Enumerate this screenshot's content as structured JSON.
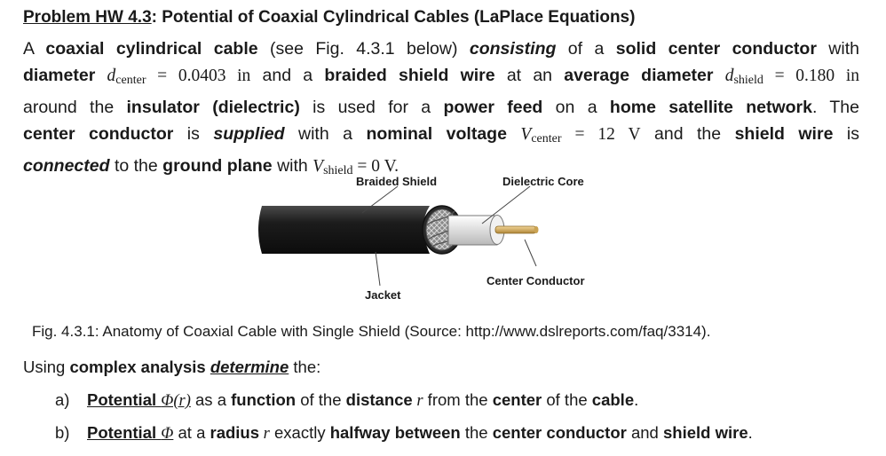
{
  "title": {
    "prefix": "Problem HW 4.3",
    "rest": ": Potential of Coaxial Cylindrical Cables (LaPlace Equations)"
  },
  "paragraph": {
    "l1_a": "A ",
    "l1_b": "coaxial cylindrical cable",
    "l1_c": " (see Fig. 4.3.1 below) ",
    "l1_d": "consisting",
    "l1_e": " of a ",
    "l1_f": "solid center conductor",
    "l1_g": " with",
    "l2_a": "diameter",
    "d_sym": "d",
    "d_center_sub": "center",
    "d_center_val": " = 0.0403 in",
    "l2_b": " and a ",
    "l2_c": "braided shield wire",
    "l2_d": " at an ",
    "l2_e": "average diameter",
    "d_shield_sub": "shield",
    "d_shield_val": " = 0.180 in",
    "l3_a": "around the ",
    "l3_b": "insulator (dielectric)",
    "l3_c": " is used for a ",
    "l3_d": "power feed",
    "l3_e": " on a ",
    "l3_f": "home satellite network",
    "l3_g": ".  The",
    "l4_a": "center conductor",
    "l4_b": " is ",
    "l4_c": "supplied",
    "l4_d": " with a ",
    "l4_e": "nominal voltage",
    "v_sym": "V",
    "v_center_sub": "center",
    "v_center_val": " = 12 V",
    "l4_f": " and the ",
    "l4_g": "shield wire",
    "l4_h": " is",
    "l5_a": "connected",
    "l5_b": " to the ",
    "l5_c": "ground plane",
    "l5_d": " with ",
    "v_shield_sub": "shield",
    "v_shield_val": " = 0 V."
  },
  "figure": {
    "label_braided": "Braided Shield",
    "label_dielectric": "Dielectric Core",
    "label_center": "Center Conductor",
    "label_jacket": "Jacket"
  },
  "caption": "Fig. 4.3.1: Anatomy of Coaxial Cable with Single Shield (Source: http://www.dslreports.com/faq/3314).",
  "prompt": {
    "a": "Using ",
    "b": "complex analysis",
    "c": " ",
    "d": "determine",
    "e": " the:"
  },
  "questions": {
    "a_label": "a)",
    "a_1": "Potential ",
    "a_2": "Φ(r)",
    "a_3": " as a ",
    "a_4": "function",
    "a_5": " of the ",
    "a_6": "distance",
    "a_7": " r",
    "a_8": " from the ",
    "a_9": "center",
    "a_10": " of the ",
    "a_11": "cable",
    "a_12": ".",
    "b_label": "b)",
    "b_1": "Potential ",
    "b_2": "Φ",
    "b_3": " at a ",
    "b_4": "radius",
    "b_5": " r",
    "b_6": " exactly ",
    "b_7": "halfway between",
    "b_8": " the ",
    "b_9": "center conductor",
    "b_10": " and ",
    "b_11": "shield wire",
    "b_12": "."
  }
}
